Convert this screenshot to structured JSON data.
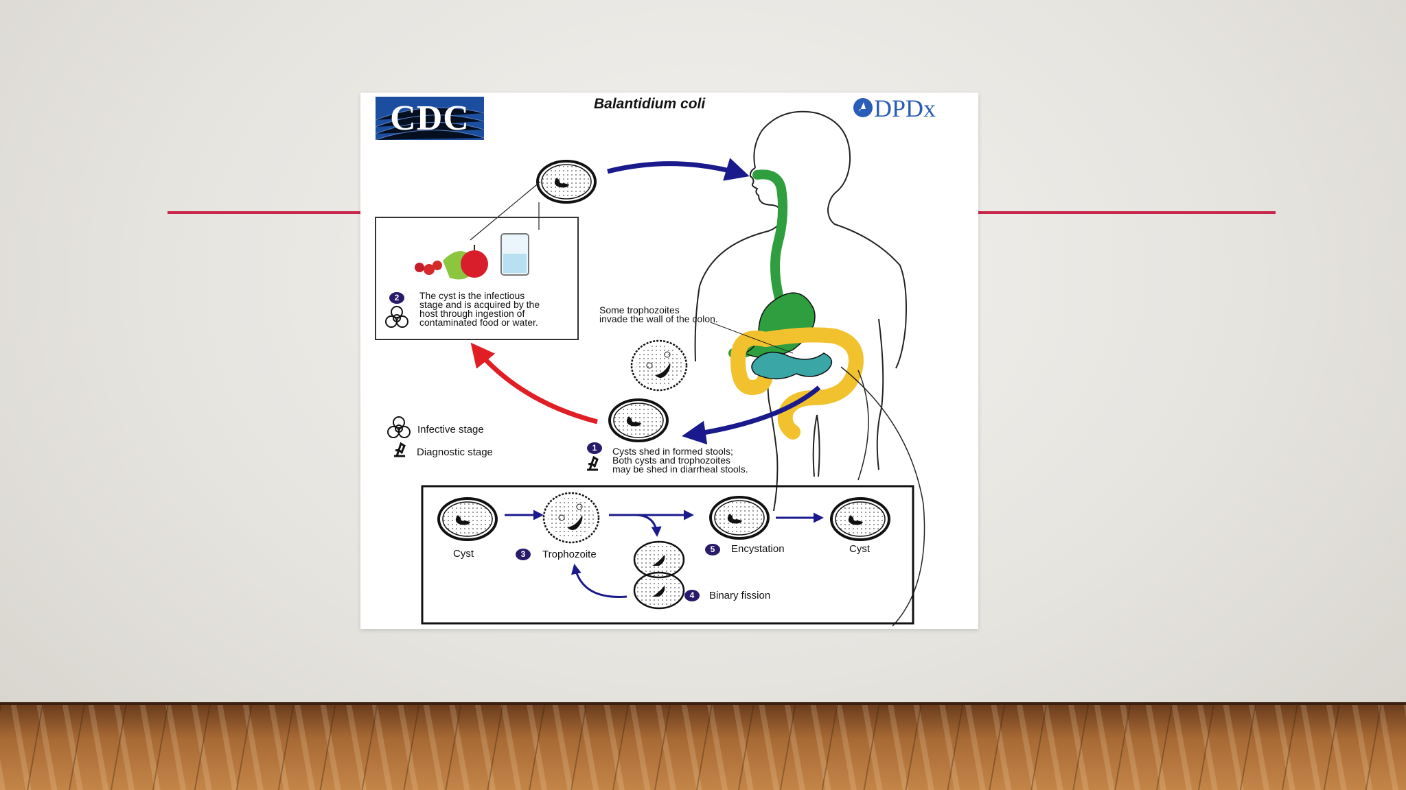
{
  "slide": {
    "accent_color": "#c8264a"
  },
  "diagram": {
    "title": "Balantidium coli",
    "logo_left": "CDC",
    "logo_right": "DPDx",
    "box_text": "The cyst is the infectious\nstage and is acquired by the\nhost through ingestion of\ncontaminated food or water.",
    "step2": "2",
    "colon_note": "Some trophozoites\ninvade the wall of the colon.",
    "legend_infective": "Infective stage",
    "legend_diagnostic": "Diagnostic stage",
    "step1": "1",
    "shed_text": "Cysts shed in formed stools;\nBoth cysts and trophozoites\nmay be shed in diarrheal stools.",
    "cycle": {
      "cyst_left": "Cyst",
      "step3": "3",
      "trophozoite": "Trophozoite",
      "step5": "5",
      "encystation": "Encystation",
      "cyst_right": "Cyst",
      "step4": "4",
      "binary_fission": "Binary fission"
    },
    "colors": {
      "blue_arrow": "#1a1a8c",
      "red_arrow": "#e01e24",
      "stomach": "#2e9e3e",
      "colon": "#f2c22e",
      "small_intestine": "#3aa6a6"
    }
  }
}
